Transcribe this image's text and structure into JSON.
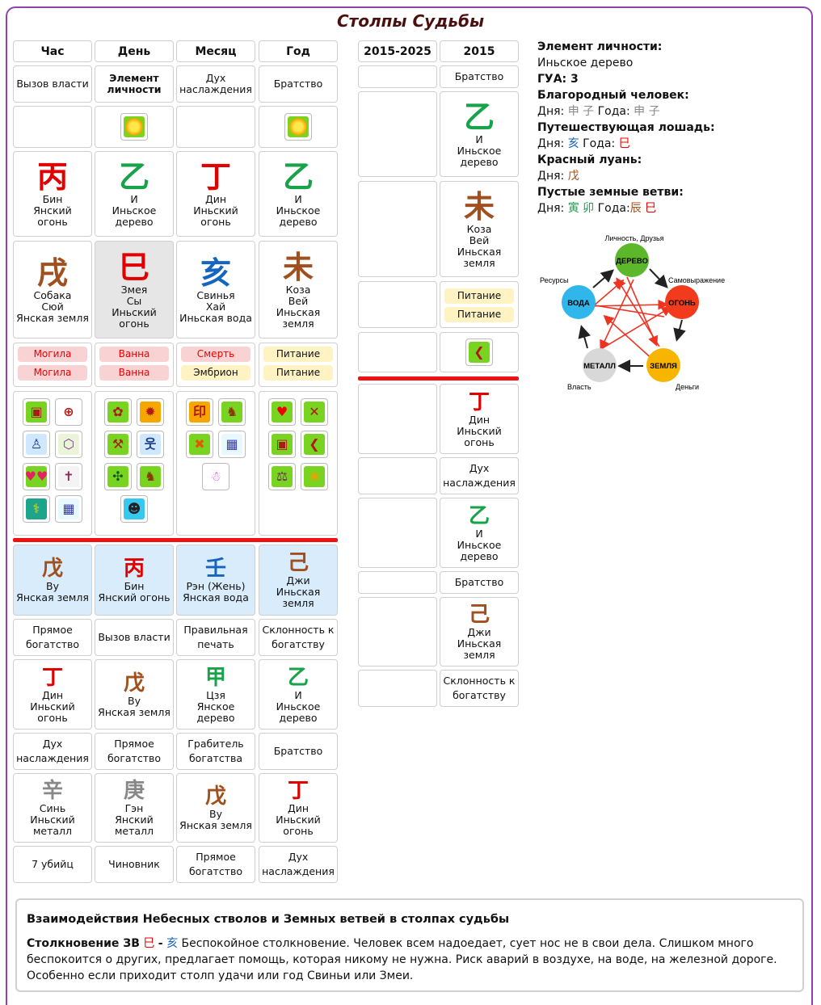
{
  "title": "Столпы Судьбы",
  "headers": [
    "Час",
    "День",
    "Месяц",
    "Год"
  ],
  "luck_headers": [
    "2015-2025",
    "2015"
  ],
  "stars_row": [
    "Вызов власти",
    "Элемент личности",
    "Дух наслаждения",
    "Братство"
  ],
  "stems": [
    {
      "char": "丙",
      "name": "Бин",
      "desc": "Янский огонь",
      "color": "#e00000"
    },
    {
      "char": "乙",
      "name": "И",
      "desc": "Иньское дерево",
      "color": "#18a34a"
    },
    {
      "char": "丁",
      "name": "Дин",
      "desc": "Иньский огонь",
      "color": "#e00000"
    },
    {
      "char": "乙",
      "name": "И",
      "desc": "Иньское дерево",
      "color": "#18a34a"
    }
  ],
  "branches": [
    {
      "char": "戌",
      "animal": "Собака",
      "name": "Сюй",
      "desc": "Янская земля",
      "color": "#a0501e"
    },
    {
      "char": "巳",
      "animal": "Змея",
      "name": "Сы",
      "desc": "Иньский огонь",
      "color": "#e00000"
    },
    {
      "char": "亥",
      "animal": "Свинья",
      "name": "Хай",
      "desc": "Иньская вода",
      "color": "#1565c0"
    },
    {
      "char": "未",
      "animal": "Коза",
      "name": "Вей",
      "desc": "Иньская земля",
      "color": "#a0501e"
    }
  ],
  "phases": [
    [
      "Могила",
      "Могила"
    ],
    [
      "Ванна",
      "Ванна"
    ],
    [
      "Смерть",
      "Эмбрион"
    ],
    [
      "Питание",
      "Питание"
    ]
  ],
  "hidden_stems": [
    {
      "char": "戊",
      "name": "Ву",
      "desc": "Янская земля",
      "color": "#a0501e"
    },
    {
      "char": "丙",
      "name": "Бин",
      "desc": "Янский огонь",
      "color": "#e00000"
    },
    {
      "char": "壬",
      "name": "Рэн (Жень)",
      "desc": "Янская вода",
      "color": "#1565c0"
    },
    {
      "char": "己",
      "name": "Джи",
      "desc": "Иньская земля",
      "color": "#a0501e"
    }
  ],
  "hidden_stars1": [
    "Прямое богатство",
    "Вызов власти",
    "Правильная печать",
    "Склонность к богатству"
  ],
  "hidden_stems2": [
    {
      "char": "丁",
      "name": "Дин",
      "desc": "Иньский огонь",
      "color": "#e00000"
    },
    {
      "char": "戊",
      "name": "Ву",
      "desc": "Янская земля",
      "color": "#a0501e"
    },
    {
      "char": "甲",
      "name": "Цзя",
      "desc": "Янское дерево",
      "color": "#18a34a"
    },
    {
      "char": "乙",
      "name": "И",
      "desc": "Иньское дерево",
      "color": "#18a34a"
    }
  ],
  "hidden_stars2": [
    "Дух наслаждения",
    "Прямое богатство",
    "Грабитель богатства",
    "Братство"
  ],
  "hidden_stems3": [
    {
      "char": "辛",
      "name": "Синь",
      "desc": "Иньский металл",
      "color": "#888888"
    },
    {
      "char": "庚",
      "name": "Гэн",
      "desc": "Янский металл",
      "color": "#888888"
    },
    {
      "char": "戊",
      "name": "Ву",
      "desc": "Янская земля",
      "color": "#a0501e"
    },
    {
      "char": "丁",
      "name": "Дин",
      "desc": "Иньский огонь",
      "color": "#e00000"
    }
  ],
  "hidden_stars3": [
    "7 убийц",
    "Чиновник",
    "Прямое богатство",
    "Дух наслаждения"
  ],
  "luck_2015": {
    "star": "Братство",
    "stem": {
      "char": "乙",
      "name": "И",
      "desc": "Иньское дерево",
      "color": "#18a34a"
    },
    "branch": {
      "char": "未",
      "animal": "Коза",
      "name": "Вей",
      "desc": "Иньская земля",
      "color": "#a0501e"
    },
    "phases": [
      "Питание",
      "Питание"
    ],
    "hidden": [
      {
        "char": "丁",
        "name": "Дин",
        "desc": "Иньский огонь",
        "color": "#e00000",
        "star": "Дух наслаждения"
      },
      {
        "char": "乙",
        "name": "И",
        "desc": "Иньское дерево",
        "color": "#18a34a",
        "star": "Братство"
      },
      {
        "char": "己",
        "name": "Джи",
        "desc": "Иньская земля",
        "color": "#a0501e",
        "star": "Склонность к богатству"
      }
    ]
  },
  "info": {
    "element_label": "Элемент личности:",
    "element_value": "Иньское дерево",
    "gua": "ГУА: 3",
    "noble_label": "Благородный человек:",
    "noble_day": "Дня:",
    "noble_day_chars": "申 子",
    "noble_year": "Года:",
    "noble_year_chars": "申 子",
    "horse_label": "Путешествующая лошадь:",
    "horse_day": "Дня:",
    "horse_day_char": "亥",
    "horse_year": "Года:",
    "horse_year_char": "巳",
    "peach_label": "Красный луань:",
    "peach_day": "Дня:",
    "peach_day_char": "戊",
    "empty_label": "Пустые земные ветви:",
    "empty_day": "Дня:",
    "empty_day_chars": "寅 卯",
    "empty_year": "Года:",
    "empty_year_char1": "辰",
    "empty_year_char2": "巳"
  },
  "cycle": {
    "wood": "ДЕРЕВО",
    "fire": "ОГОНЬ",
    "earth": "ЗЕМЛЯ",
    "metal": "МЕТАЛЛ",
    "water": "ВОДА",
    "lbl_wood": "Личность, Друзья",
    "lbl_fire": "Самовыражение",
    "lbl_earth": "Деньги",
    "lbl_metal": "Власть",
    "lbl_water": "Ресурсы",
    "colors": {
      "wood": "#5cb82a",
      "fire": "#f23a1c",
      "earth": "#f7b500",
      "metal": "#d8d8d8",
      "water": "#2fb6ea"
    }
  },
  "interaction": {
    "heading": "Взаимодействия Небесных стволов и Земных ветвей в столпах судьбы",
    "label": "Столкновение ЗВ",
    "char1": "巳",
    "dash": "-",
    "char2": "亥",
    "text": "Беспокойное столкновение. Человек всем надоедает, сует нос не в свои дела. Слишком много беспокоится о других, предлагает помощь, которая никому не нужна. Риск аварий в воздухе, на воде, на железной дороге. Особенно если приходит столп удачи или год Свиньи или Змеи."
  },
  "icons": {
    "sun": "sun-icon",
    "col_hour": [
      "treasure-chest-icon",
      "target-arrow-icon",
      "scholar-icon",
      "coffin-icon",
      "hearts-icon",
      "grave-cross-icon",
      "snake-staff-icon",
      "net-icon"
    ],
    "col_day": [
      "flower-crown-icon",
      "fire-splash-icon",
      "axe-icon",
      "dancer-icon",
      "swastika-icon",
      "horse-icon",
      "dog-icon"
    ],
    "col_month": [
      "seal-icon",
      "horse-icon",
      "broken-box-icon",
      "net-icon",
      "ghost-icon"
    ],
    "col_year": [
      "heart-icon",
      "crossed-arrows-icon",
      "treasure-chest-icon",
      "arrow-left-icon",
      "scales-icon",
      "flowers-icon"
    ],
    "luck": "arrow-left-icon"
  }
}
